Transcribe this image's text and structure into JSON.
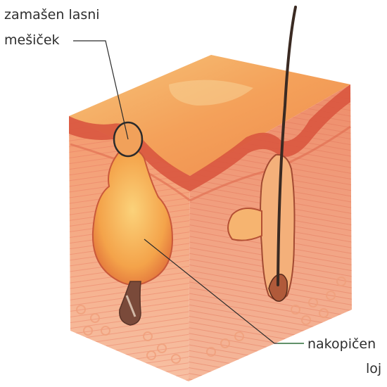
{
  "labels": {
    "clogged_follicle_line1": "zamašen lasni",
    "clogged_follicle_line2": "mešiček",
    "sebum_line1": "nakopičen",
    "sebum_line2": "loj"
  },
  "colors": {
    "skin_surface": "#f4a15a",
    "skin_side": "#f3a98a",
    "dermis_stripe": "#e8775f",
    "epidermis_band": "#d9573f",
    "gland": "#f6b04f",
    "hair": "#3a2a22",
    "leader_line_dark": "#2b2b2b",
    "leader_line_green": "#3f7f4a"
  }
}
